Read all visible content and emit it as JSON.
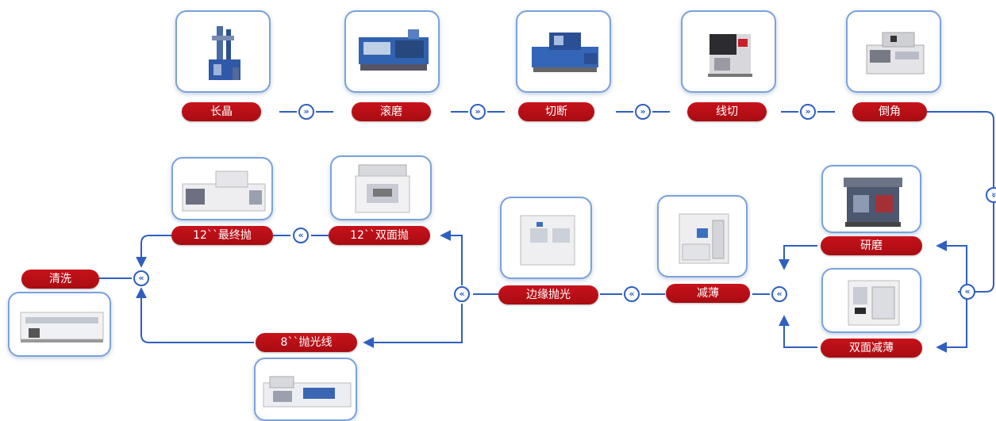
{
  "steps": {
    "s1": "长晶",
    "s2": "滚磨",
    "s3": "切断",
    "s4": "线切",
    "s5": "倒角",
    "s6": "研磨",
    "s7": "双面减薄",
    "s8": "减薄",
    "s9": "边缘抛光",
    "s10": "12``双面抛",
    "s11": "12``最终抛",
    "s12": "8``抛光线",
    "s13": "清洗"
  },
  "arrow_glyph_forward": "»",
  "arrow_glyph_back": "«",
  "arrow_glyph_down": "»",
  "colors": {
    "label": "#b80f16",
    "line": "#2f5fc0",
    "card_border": "#7aa2dc"
  }
}
